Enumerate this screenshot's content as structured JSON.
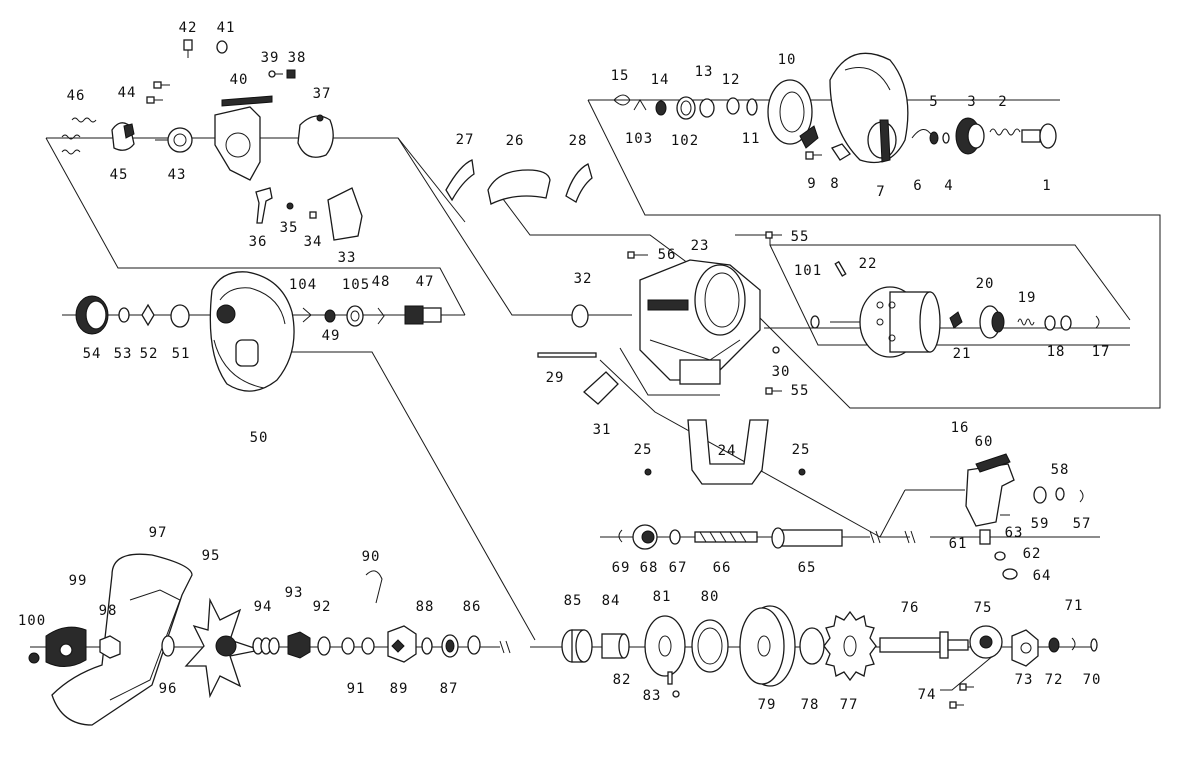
{
  "diagram": {
    "type": "exploded-parts-view",
    "callouts": [
      {
        "id": "1",
        "label": "1"
      },
      {
        "id": "2",
        "label": "2"
      },
      {
        "id": "3",
        "label": "3"
      },
      {
        "id": "4",
        "label": "4"
      },
      {
        "id": "5",
        "label": "5"
      },
      {
        "id": "6",
        "label": "6"
      },
      {
        "id": "7",
        "label": "7"
      },
      {
        "id": "8",
        "label": "8"
      },
      {
        "id": "9",
        "label": "9"
      },
      {
        "id": "10",
        "label": "10"
      },
      {
        "id": "11",
        "label": "11"
      },
      {
        "id": "12",
        "label": "12"
      },
      {
        "id": "13",
        "label": "13"
      },
      {
        "id": "14",
        "label": "14"
      },
      {
        "id": "15",
        "label": "15"
      },
      {
        "id": "16",
        "label": "16"
      },
      {
        "id": "17",
        "label": "17"
      },
      {
        "id": "18",
        "label": "18"
      },
      {
        "id": "19",
        "label": "19"
      },
      {
        "id": "20",
        "label": "20"
      },
      {
        "id": "21",
        "label": "21"
      },
      {
        "id": "22",
        "label": "22"
      },
      {
        "id": "23",
        "label": "23"
      },
      {
        "id": "24",
        "label": "24"
      },
      {
        "id": "25a",
        "label": "25"
      },
      {
        "id": "25b",
        "label": "25"
      },
      {
        "id": "26",
        "label": "26"
      },
      {
        "id": "27",
        "label": "27"
      },
      {
        "id": "28",
        "label": "28"
      },
      {
        "id": "29",
        "label": "29"
      },
      {
        "id": "30",
        "label": "30"
      },
      {
        "id": "31",
        "label": "31"
      },
      {
        "id": "32",
        "label": "32"
      },
      {
        "id": "33",
        "label": "33"
      },
      {
        "id": "34",
        "label": "34"
      },
      {
        "id": "35",
        "label": "35"
      },
      {
        "id": "36",
        "label": "36"
      },
      {
        "id": "37",
        "label": "37"
      },
      {
        "id": "38",
        "label": "38"
      },
      {
        "id": "39",
        "label": "39"
      },
      {
        "id": "40",
        "label": "40"
      },
      {
        "id": "41",
        "label": "41"
      },
      {
        "id": "42",
        "label": "42"
      },
      {
        "id": "43",
        "label": "43"
      },
      {
        "id": "44",
        "label": "44"
      },
      {
        "id": "45",
        "label": "45"
      },
      {
        "id": "46",
        "label": "46"
      },
      {
        "id": "47",
        "label": "47"
      },
      {
        "id": "48",
        "label": "48"
      },
      {
        "id": "49",
        "label": "49"
      },
      {
        "id": "50",
        "label": "50"
      },
      {
        "id": "51",
        "label": "51"
      },
      {
        "id": "52",
        "label": "52"
      },
      {
        "id": "53",
        "label": "53"
      },
      {
        "id": "54",
        "label": "54"
      },
      {
        "id": "55a",
        "label": "55"
      },
      {
        "id": "55b",
        "label": "55"
      },
      {
        "id": "56",
        "label": "56"
      },
      {
        "id": "57",
        "label": "57"
      },
      {
        "id": "58",
        "label": "58"
      },
      {
        "id": "59",
        "label": "59"
      },
      {
        "id": "60",
        "label": "60"
      },
      {
        "id": "61",
        "label": "61"
      },
      {
        "id": "62",
        "label": "62"
      },
      {
        "id": "63",
        "label": "63"
      },
      {
        "id": "64",
        "label": "64"
      },
      {
        "id": "65",
        "label": "65"
      },
      {
        "id": "66",
        "label": "66"
      },
      {
        "id": "67",
        "label": "67"
      },
      {
        "id": "68",
        "label": "68"
      },
      {
        "id": "69",
        "label": "69"
      },
      {
        "id": "70",
        "label": "70"
      },
      {
        "id": "71",
        "label": "71"
      },
      {
        "id": "72",
        "label": "72"
      },
      {
        "id": "73",
        "label": "73"
      },
      {
        "id": "74",
        "label": "74"
      },
      {
        "id": "75",
        "label": "75"
      },
      {
        "id": "76",
        "label": "76"
      },
      {
        "id": "77",
        "label": "77"
      },
      {
        "id": "78",
        "label": "78"
      },
      {
        "id": "79",
        "label": "79"
      },
      {
        "id": "80",
        "label": "80"
      },
      {
        "id": "81",
        "label": "81"
      },
      {
        "id": "82",
        "label": "82"
      },
      {
        "id": "83",
        "label": "83"
      },
      {
        "id": "84",
        "label": "84"
      },
      {
        "id": "85",
        "label": "85"
      },
      {
        "id": "86",
        "label": "86"
      },
      {
        "id": "87",
        "label": "87"
      },
      {
        "id": "88",
        "label": "88"
      },
      {
        "id": "89",
        "label": "89"
      },
      {
        "id": "90",
        "label": "90"
      },
      {
        "id": "91",
        "label": "91"
      },
      {
        "id": "92",
        "label": "92"
      },
      {
        "id": "93",
        "label": "93"
      },
      {
        "id": "94",
        "label": "94"
      },
      {
        "id": "95",
        "label": "95"
      },
      {
        "id": "96",
        "label": "96"
      },
      {
        "id": "97",
        "label": "97"
      },
      {
        "id": "98",
        "label": "98"
      },
      {
        "id": "99",
        "label": "99"
      },
      {
        "id": "100",
        "label": "100"
      },
      {
        "id": "101",
        "label": "101"
      },
      {
        "id": "102",
        "label": "102"
      },
      {
        "id": "103",
        "label": "103"
      },
      {
        "id": "104",
        "label": "104"
      },
      {
        "id": "105",
        "label": "105"
      }
    ]
  }
}
